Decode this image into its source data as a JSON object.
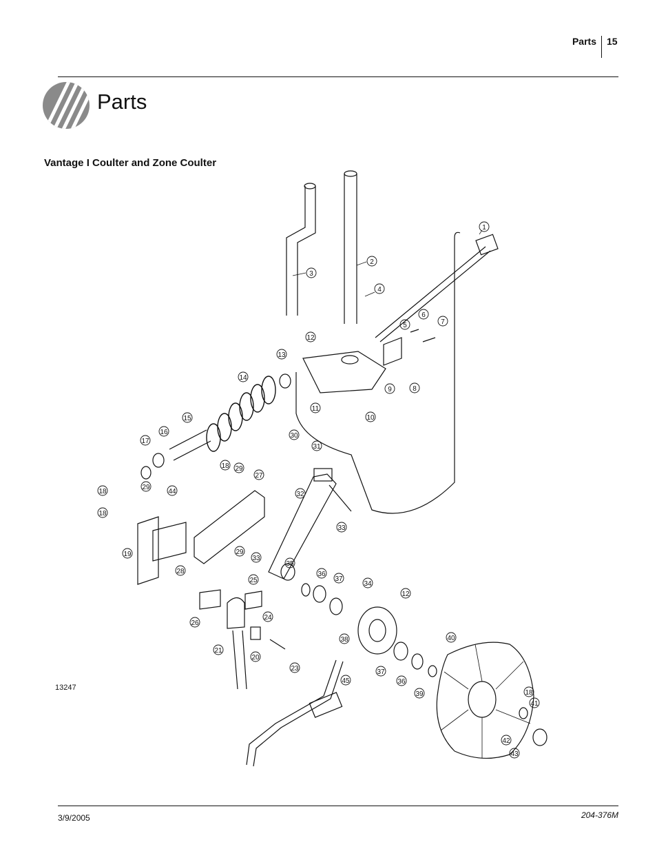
{
  "header": {
    "section": "Parts",
    "page": "15"
  },
  "title": "Parts",
  "subtitle": "Vantage I Coulter and Zone Coulter",
  "figure_id": "13247",
  "callouts": [
    "1",
    "2",
    "3",
    "4",
    "5",
    "6",
    "7",
    "8",
    "9",
    "10",
    "11",
    "12",
    "13",
    "14",
    "15",
    "16",
    "17",
    "18",
    "18",
    "19",
    "29",
    "44",
    "18",
    "29",
    "27",
    "32",
    "30",
    "31",
    "33",
    "28",
    "29",
    "33",
    "35",
    "36",
    "37",
    "34",
    "12",
    "25",
    "24",
    "26",
    "21",
    "20",
    "23",
    "38",
    "40",
    "37",
    "36",
    "39",
    "45",
    "18",
    "41",
    "42",
    "43"
  ],
  "footer": {
    "date": "3/9/2005",
    "doc_number": "204-376M"
  }
}
